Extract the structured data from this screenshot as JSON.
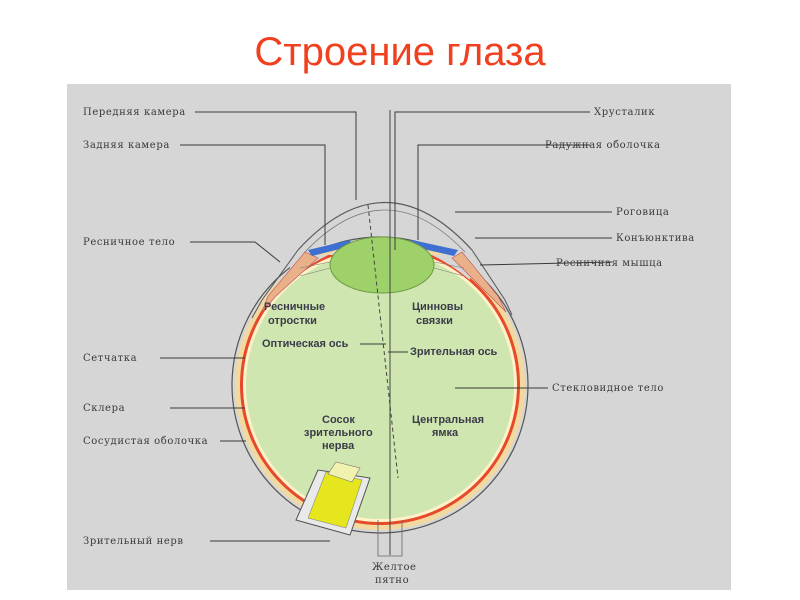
{
  "title": "Строение глаза",
  "labels_left": {
    "anterior_chamber": "Передняя камера",
    "posterior_chamber": "Задняя камера",
    "ciliary_body": "Ресничное тело",
    "retina": "Сетчатка",
    "sclera": "Склера",
    "choroid": "Сосудистая оболочка",
    "optic_nerve": "Зрительный нерв"
  },
  "labels_right": {
    "lens": "Хрусталик",
    "iris": "Радужная оболочка",
    "cornea": "Роговица",
    "conjunctiva": "Конъюнктива",
    "ciliary_muscle": "Ресничная мышца",
    "vitreous_body": "Стекловидное тело"
  },
  "labels_inner": {
    "ciliary_processes_line1": "Ресничные",
    "ciliary_processes_line2": "отростки",
    "zonule_line1": "Цинновы",
    "zonule_line2": "связки",
    "optical_axis": "Оптическая ось",
    "visual_axis": "Зрительная ось",
    "optic_disc_line1": "Сосок",
    "optic_disc_line2": "зрительного",
    "optic_disc_line3": "нерва",
    "fovea_line1": "Центральная",
    "fovea_line2": "ямка"
  },
  "labels_bottom": {
    "macula_line1": "Желтое",
    "macula_line2": "пятно"
  },
  "colors": {
    "title": "#f0401f",
    "panel": "#d6d6d6",
    "vitreous": "#cfe6b0",
    "lens": "#9ed16a",
    "sclera_band": "#f2d9a0",
    "choroid": "#e64a2a",
    "iris": "#3f6fd0",
    "optic_nerve": "#e6e61e"
  }
}
